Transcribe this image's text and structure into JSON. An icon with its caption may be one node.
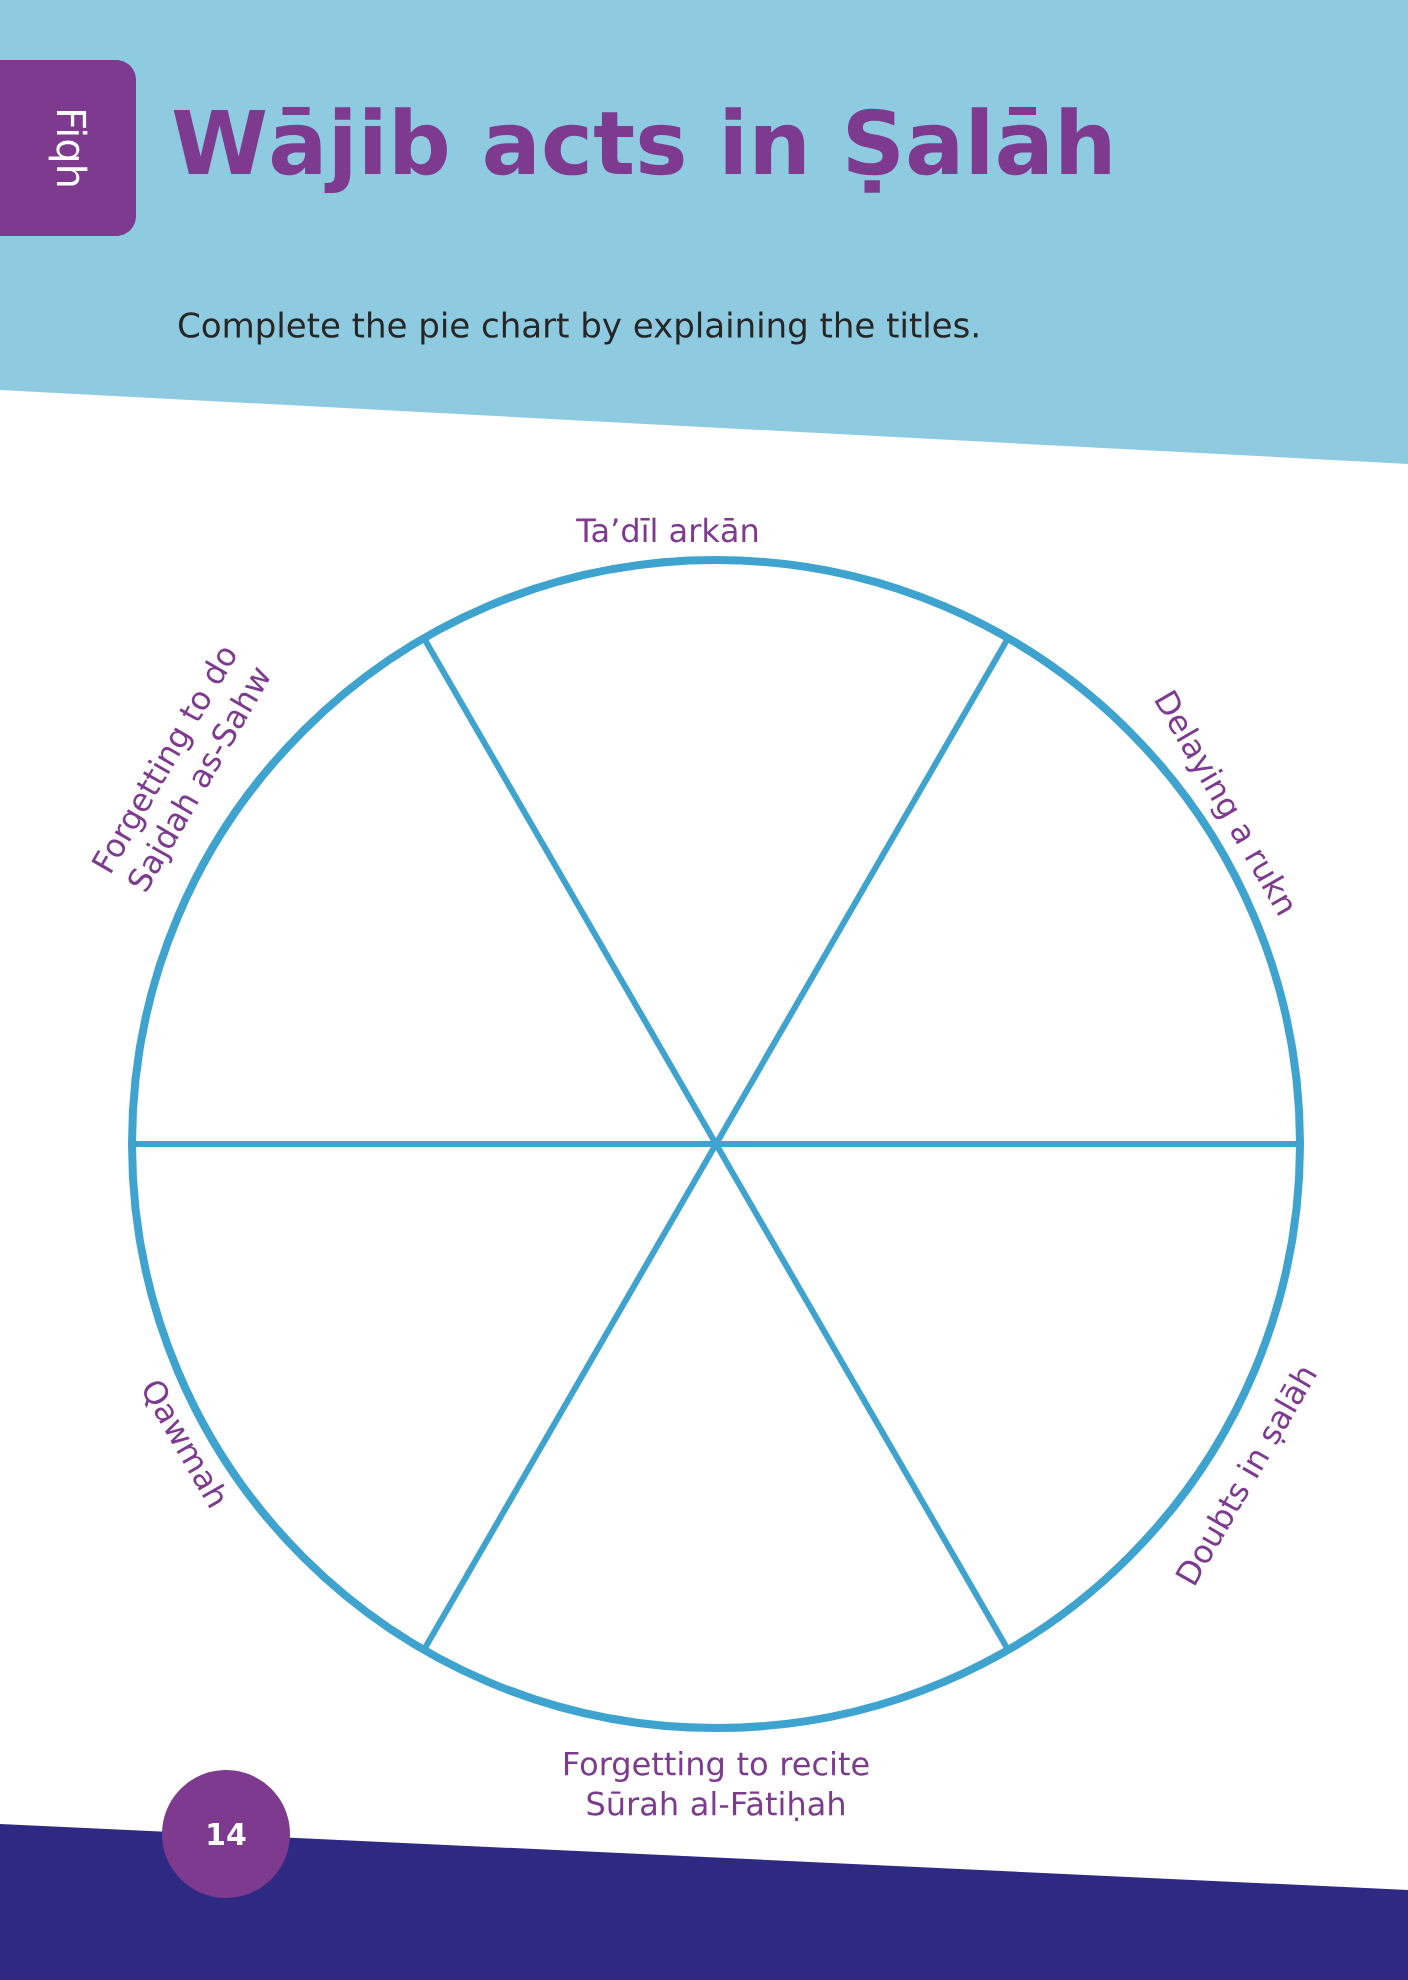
{
  "diagram": {
    "title": "Wājib acts in Ṣalāh",
    "labels": [
      "Fiqh",
      "Complete the pie chart by explaining the titles.",
      "Ta’dīl arkān",
      "Forgetting to do Sajdah as-Sahw",
      "Delaying a rukn",
      "Qawmah",
      "Doubts in ṣalāh",
      "Forgetting to recite Sūrah al-Fātiḥah",
      "14"
    ]
  }
}
